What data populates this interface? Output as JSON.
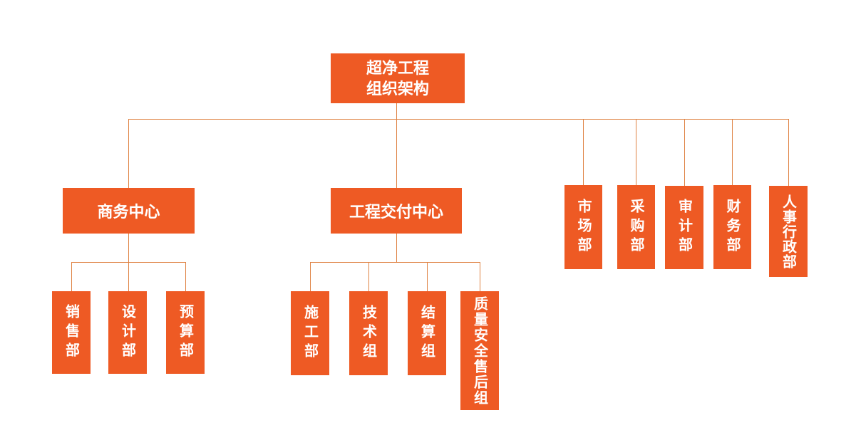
{
  "diagram_title": "超净工程组织架构",
  "colors": {
    "node_fill": "#EE5A24",
    "node_text": "#FFFFFF",
    "connector": "#DF8344",
    "page_bg": "#FFFFFF"
  },
  "org": {
    "root": {
      "line1": "超净工程",
      "line2": "组织架构"
    },
    "branches": [
      {
        "label": "商务中心",
        "children": [
          {
            "label": "销售部"
          },
          {
            "label": "设计部"
          },
          {
            "label": "预算部"
          }
        ]
      },
      {
        "label": "工程交付中心",
        "children": [
          {
            "label": "施工部"
          },
          {
            "label": "技术组"
          },
          {
            "label": "结算组"
          },
          {
            "label": "质量安全售后组"
          }
        ]
      },
      {
        "label": "市场部",
        "children": []
      },
      {
        "label": "采购部",
        "children": []
      },
      {
        "label": "审计部",
        "children": []
      },
      {
        "label": "财务部",
        "children": []
      },
      {
        "label": "人事行政部",
        "children": []
      }
    ]
  }
}
